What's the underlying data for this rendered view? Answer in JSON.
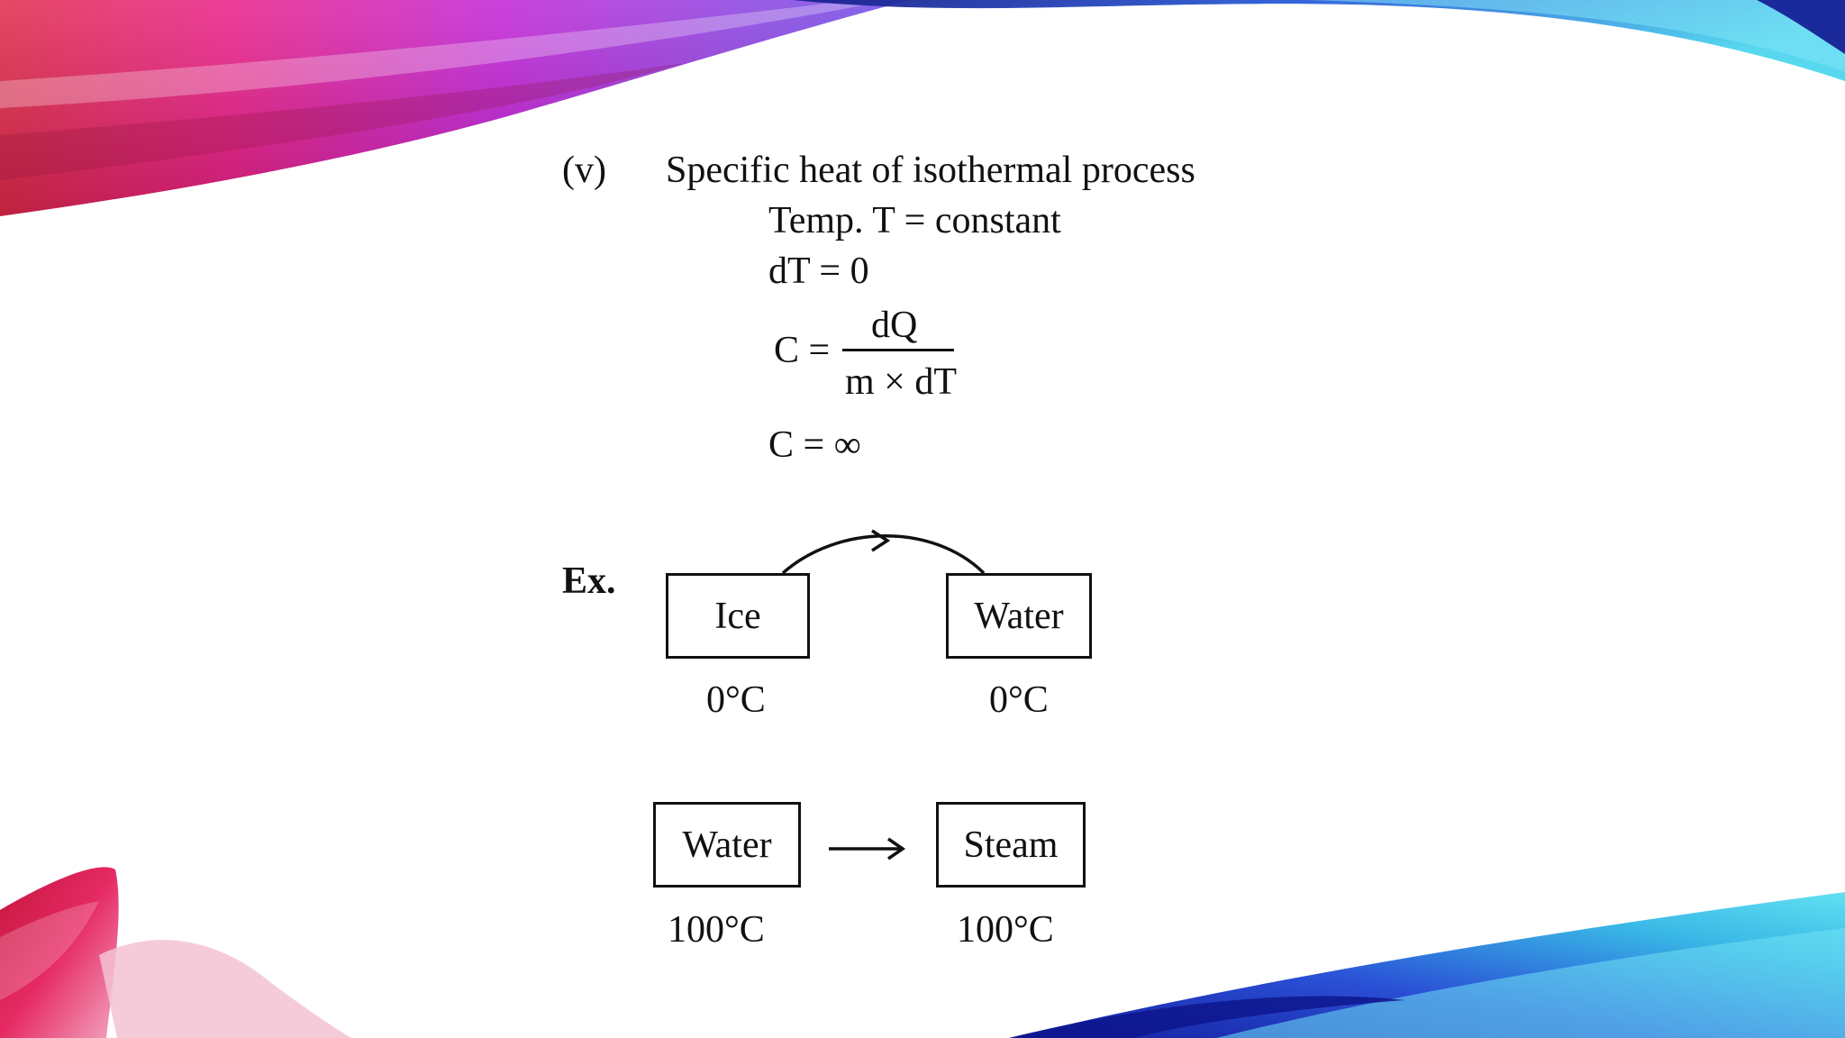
{
  "section": {
    "marker": "(v)",
    "heading": "Specific heat of isothermal process"
  },
  "derivation": {
    "line1": "Temp. T = constant",
    "line2": "dT = 0",
    "formula_lhs": "C =",
    "numerator": "dQ",
    "denominator": "m × dT",
    "result": "C = ∞"
  },
  "example": {
    "label": "Ex.",
    "row1": {
      "from_box": "Ice",
      "to_box": "Water",
      "from_temp": "0°C",
      "to_temp": "0°C"
    },
    "row2": {
      "from_box": "Water",
      "to_box": "Steam",
      "from_temp": "100°C",
      "to_temp": "100°C"
    }
  },
  "colors": {
    "top_ribbon": "#e8189a",
    "top_ribbon_purple": "#9b2ed6",
    "top_ribbon_red": "#e0283c",
    "accent_blue": "#1a2fb8",
    "accent_cyan": "#3ec8e8",
    "bottom_left_red": "#d41a4a"
  }
}
